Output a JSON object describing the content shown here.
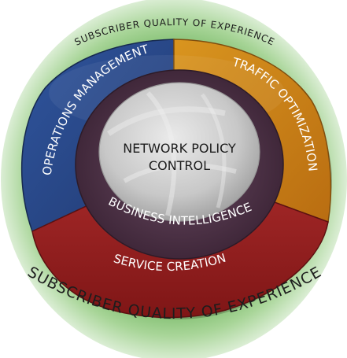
{
  "diagram": {
    "center": {
      "line1": "NETWORK POLICY",
      "line2": "CONTROL"
    },
    "middle_ring": {
      "label": "BUSINESS INTELLIGENCE"
    },
    "segments": {
      "left": "OPERATIONS MANAGEMENT",
      "right": "TRAFFIC OPTIMIZATION",
      "bottom": "SERVICE CREATION"
    },
    "outer_ring": {
      "top": "SUBSCRIBER QUALITY OF EXPERIENCE",
      "bottom": "SUBSCRIBER QUALITY OF EXPERIENCE"
    }
  },
  "colors": {
    "outer_green": "#4a9a3a",
    "segment_blue": "#2d4a8a",
    "segment_orange": "#c8801a",
    "segment_red": "#9c2222",
    "middle_ring": "#4b2f45",
    "center_core": "#c9c9c9"
  }
}
